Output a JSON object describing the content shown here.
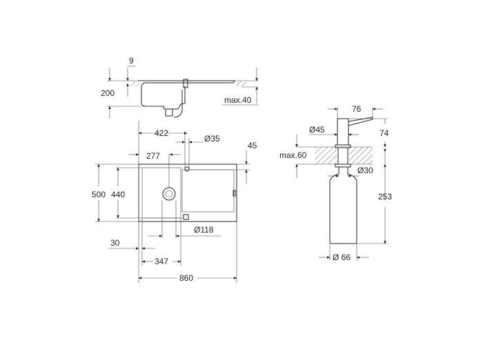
{
  "side_view": {
    "d_9": "9",
    "d_200": "200",
    "d_max40": "max.40"
  },
  "top_view": {
    "d_422": "422",
    "d_35": "Ø35",
    "d_45": "45",
    "d_277": "277",
    "d_500": "500",
    "d_440": "440",
    "d_118": "Ø118",
    "d_30": "30",
    "d_347": "347",
    "d_860": "860"
  },
  "dispenser": {
    "d_76": "76",
    "d_74": "74",
    "d_45": "Ø45",
    "d_max60": "max.60",
    "d_30": "Ø30",
    "d_253": "253",
    "d_66": "Ø 66"
  }
}
